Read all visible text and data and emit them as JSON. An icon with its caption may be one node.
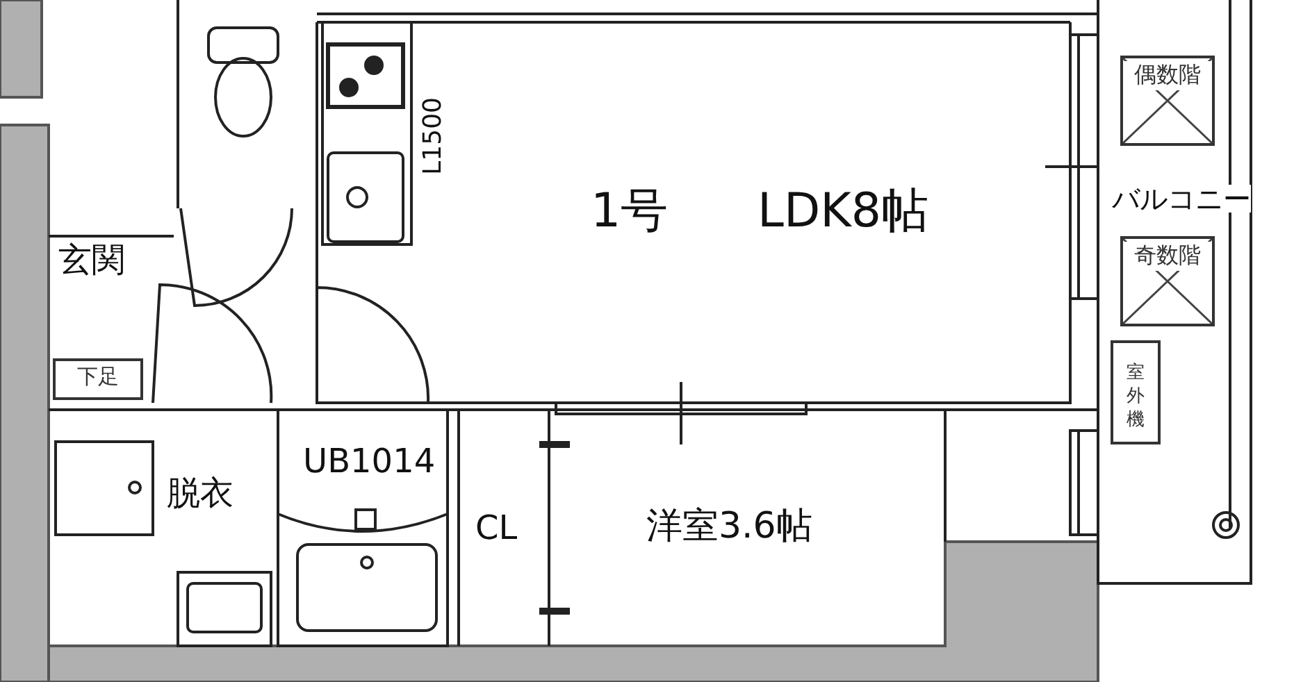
{
  "diagram": {
    "nodes": [
      {
        "text": [
          "下足"
        ]
      },
      {
        "text": [
          "偶数階"
        ]
      },
      {
        "text": [
          "奇数階"
        ]
      },
      {
        "text": [
          "室外機"
        ]
      }
    ],
    "labels": [
      "1号",
      "LDK8帖",
      "L1500",
      "バルコニー",
      "玄関",
      "脱衣",
      "UB1014",
      "CL",
      "洋室3.6帖"
    ]
  }
}
